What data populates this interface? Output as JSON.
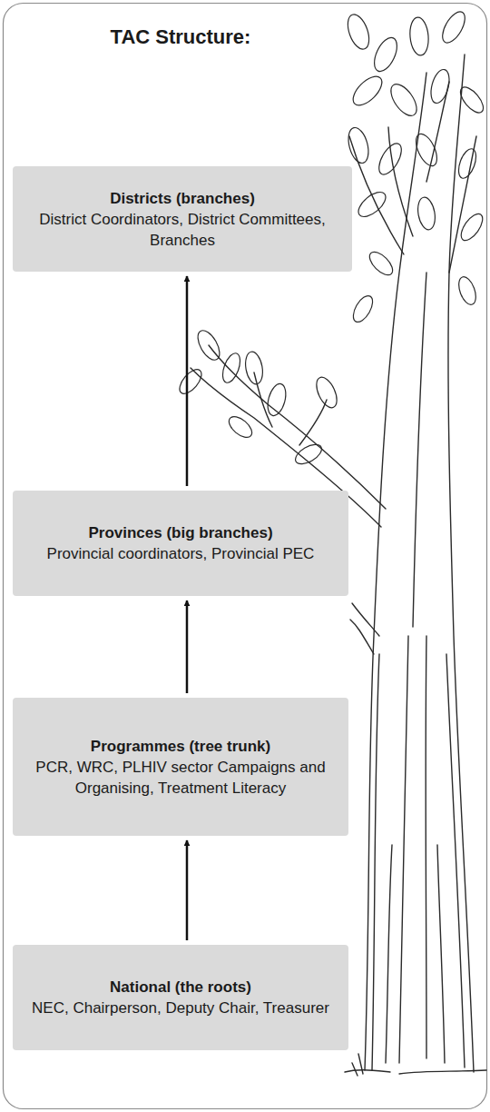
{
  "diagram": {
    "title": "TAC Structure:",
    "nodes": [
      {
        "text": [
          "Districts (branches)",
          "District Coordinators, District Committees, Branches"
        ]
      },
      {
        "text": [
          "Provinces (big branches)",
          "Provincial coordinators, Provincial PEC"
        ]
      },
      {
        "text": [
          "Programmes (tree trunk)",
          "PCR, WRC, PLHIV sector Campaigns and Organising, Treatment Literacy"
        ]
      },
      {
        "text": [
          "National (the roots)",
          "NEC, Chairperson, Deputy Chair, Treasurer"
        ]
      }
    ],
    "edges": [
      {
        "from": 1,
        "to": 0,
        "arrow": "to"
      },
      {
        "from": 2,
        "to": 1,
        "arrow": "to"
      },
      {
        "from": 3,
        "to": 2,
        "arrow": "to"
      }
    ]
  }
}
